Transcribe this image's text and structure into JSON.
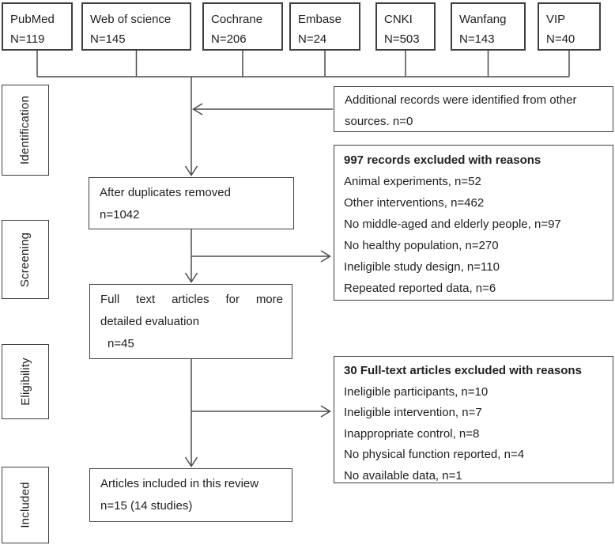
{
  "sources": [
    {
      "name": "PubMed",
      "count": "N=119"
    },
    {
      "name": "Web of science",
      "count": "N=145"
    },
    {
      "name": "Cochrane",
      "count": "N=206"
    },
    {
      "name": "Embase",
      "count": "N=24"
    },
    {
      "name": "CNKI",
      "count": "N=503"
    },
    {
      "name": "Wanfang",
      "count": "N=143"
    },
    {
      "name": "VIP",
      "count": "N=40"
    }
  ],
  "stages": [
    "Identification",
    "Screening",
    "Eligibility",
    "Included"
  ],
  "boxes": {
    "additional_records": {
      "lines": [
        "Additional records were identified from other",
        "sources. n=0"
      ]
    },
    "after_duplicates": {
      "lines": [
        "After duplicates removed",
        "n=1042"
      ]
    },
    "records_excluded": {
      "title": "997 records excluded with reasons",
      "reasons": [
        "Animal experiments, n=52",
        "Other interventions, n=462",
        "No middle-aged and elderly people, n=97",
        "No healthy population, n=270",
        "Ineligible study design, n=110",
        "Repeated reported data, n=6"
      ]
    },
    "full_text": {
      "lines": [
        "Full text articles for more",
        "detailed evaluation",
        "n=45"
      ]
    },
    "fulltext_excluded": {
      "title": "30 Full-text articles excluded with reasons",
      "reasons": [
        "Ineligible participants, n=10",
        "Ineligible intervention, n=7",
        "Inappropriate control, n=8",
        "No physical function reported, n=4",
        "No available data, n=1"
      ]
    },
    "included_articles": {
      "lines": [
        "Articles included in this review",
        "n=15 (14 studies)"
      ]
    }
  },
  "colors": {
    "line": "#4d4d4d",
    "border": "#3f3f3f",
    "text": "#212121",
    "background": "#ffffff"
  }
}
